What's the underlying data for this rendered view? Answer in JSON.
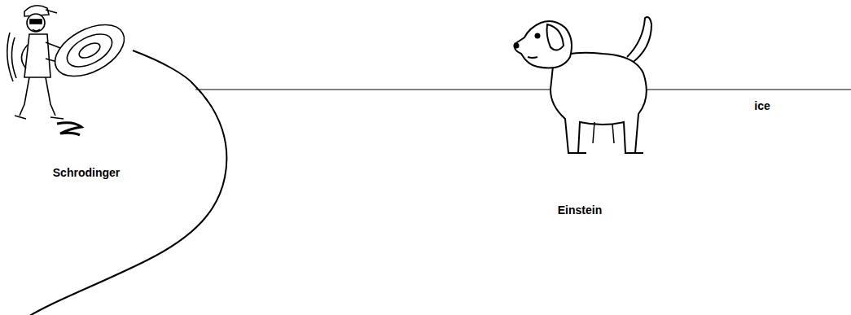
{
  "diagram": {
    "labels": [
      "Schrodinger",
      "Einstein",
      "ice"
    ]
  }
}
